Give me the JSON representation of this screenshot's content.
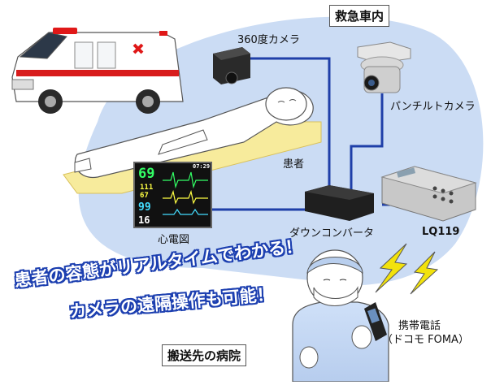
{
  "labels": {
    "ambulance_interior": "救急車内",
    "camera_360": "360度カメラ",
    "pan_tilt_camera": "パンチルトカメラ",
    "patient": "患者",
    "ecg": "心電図",
    "down_converter": "ダウンコンバータ",
    "lq119": "LQ119",
    "phone_line1": "携帯電話",
    "phone_line2": "（ドコモ FOMA）",
    "hospital": "搬送先の病院"
  },
  "slogans": {
    "line1": "患者の容態がリアルタイムでわかる！",
    "line2": "カメラの遠隔操作も可能！"
  },
  "monitor": {
    "hr": "69",
    "spo2": "99",
    "resp": "16",
    "bp_sys": "111",
    "bp_dia": "67",
    "clock": "07:29"
  },
  "colors": {
    "background_blob": "#cbdcf4",
    "cable": "#1f3fa8",
    "slogan_outline": "#1c3fb0",
    "lightning": "#f2e20c"
  }
}
